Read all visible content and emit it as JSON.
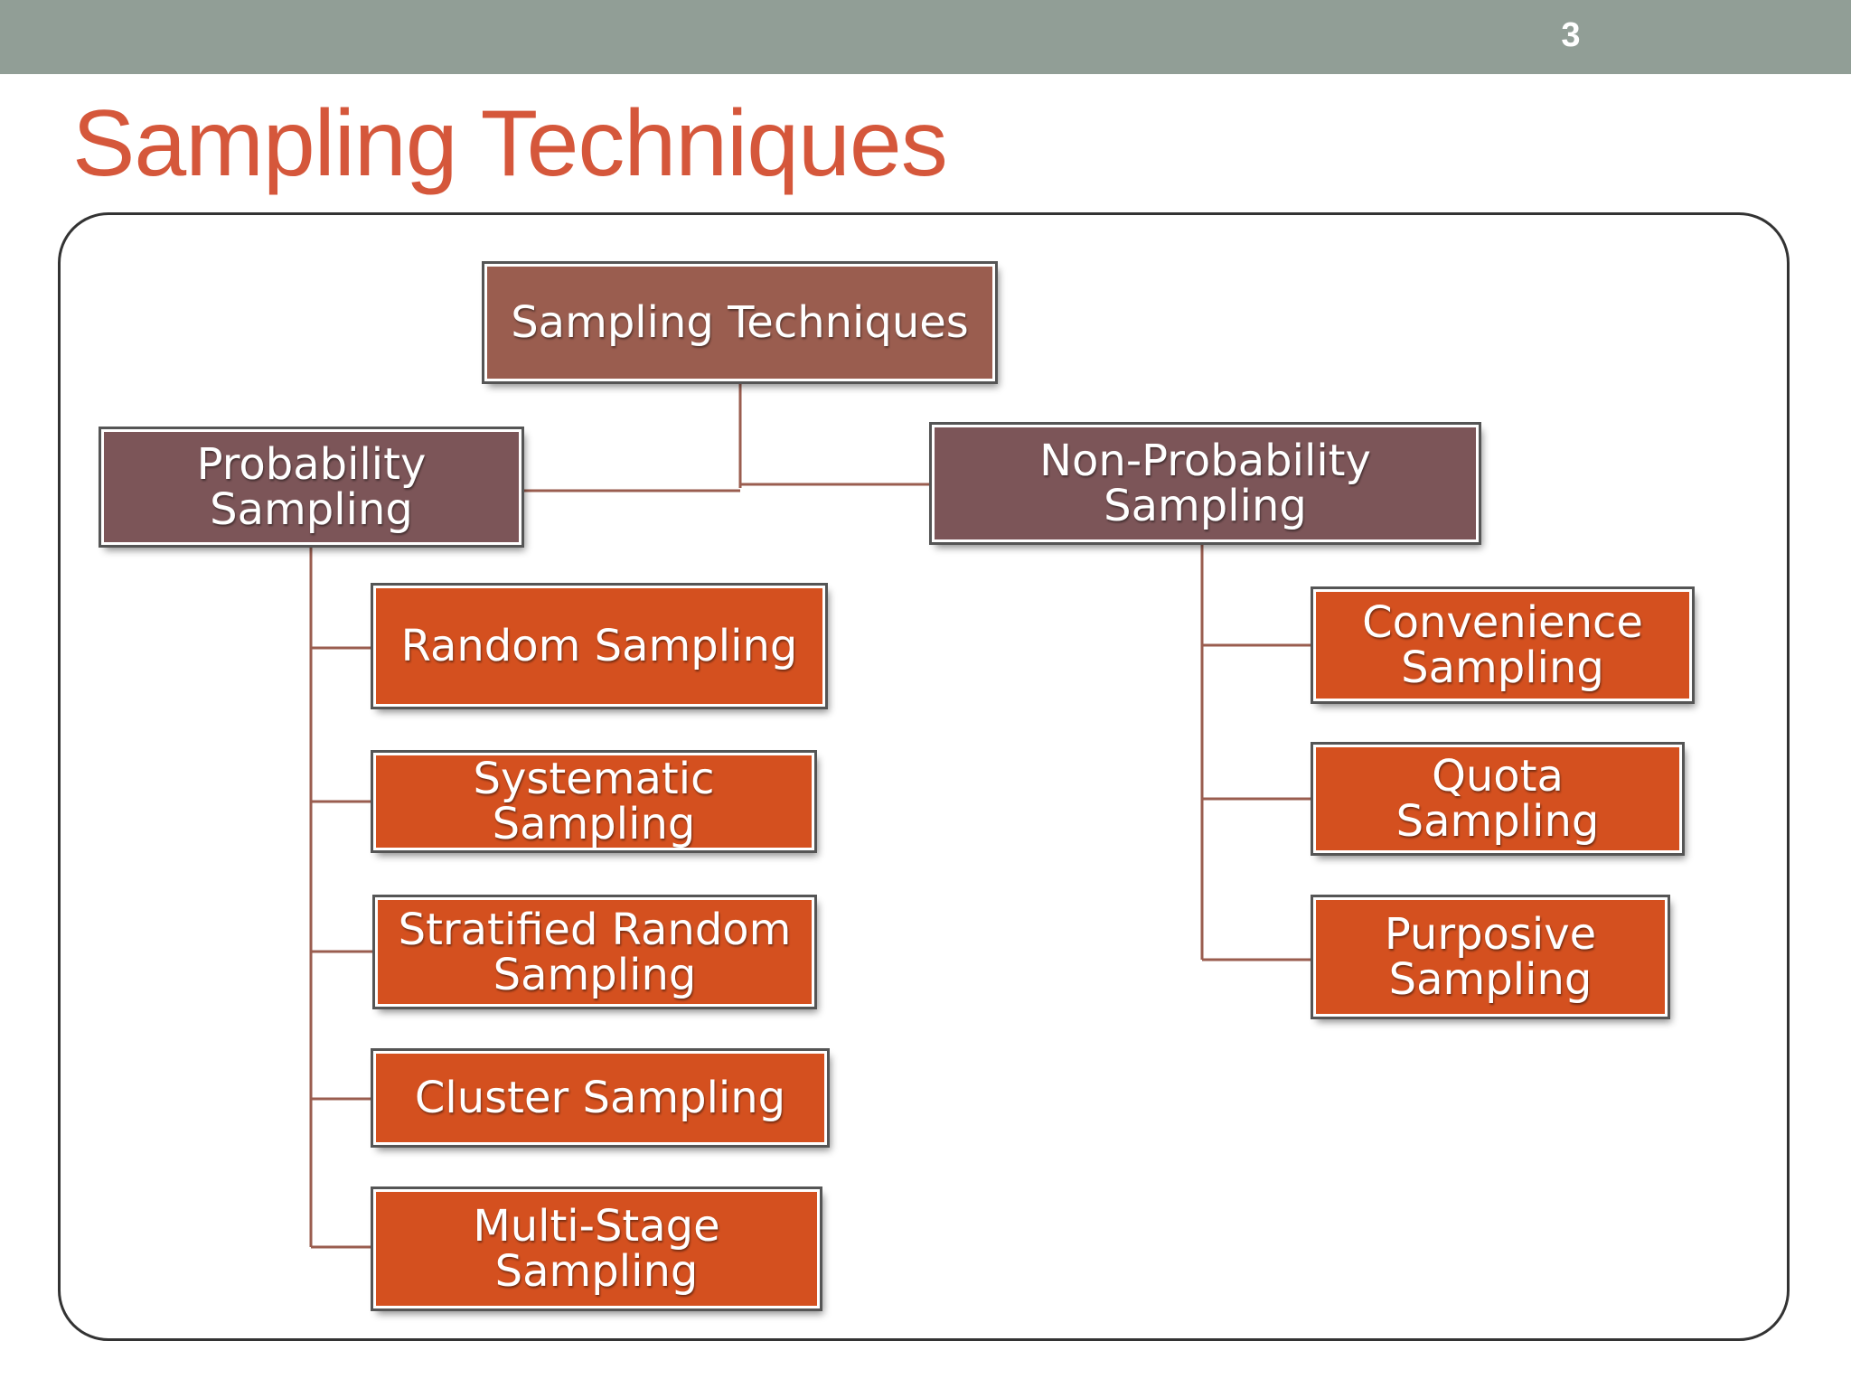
{
  "slide": {
    "number": "3",
    "title": "Sampling Techniques"
  },
  "diagram": {
    "root": "Sampling Techniques",
    "probability": {
      "label": "Probability Sampling",
      "children": [
        "Random Sampling",
        "Systematic Sampling",
        "Stratified Random Sampling",
        "Cluster Sampling",
        "Multi-Stage Sampling"
      ]
    },
    "non_probability": {
      "label": "Non-Probability Sampling",
      "children": [
        "Convenience Sampling",
        "Quota Sampling",
        "Purposive Sampling"
      ]
    }
  },
  "colors": {
    "top_bar": "#919e96",
    "title": "#d5573b",
    "root_box": "#9a5d4f",
    "category_box": "#7c5558",
    "leaf_box": "#d4501f",
    "connector": "#9a5d4f"
  }
}
